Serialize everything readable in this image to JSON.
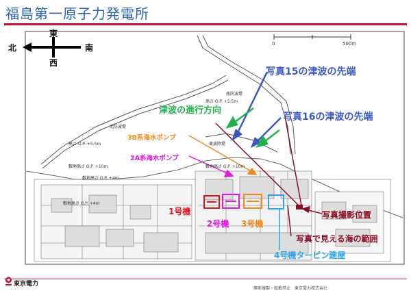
{
  "title": "福島第一原子力発電所",
  "compass": {
    "north": "北",
    "east": "東",
    "south": "南",
    "west": "西"
  },
  "scale": {
    "start": "0",
    "end": "500m"
  },
  "map_labels": {
    "south_breakwater": "南防波堤",
    "south_height": "高さ O.P. +5.5m",
    "north_breakwater": "北防波堤",
    "north_height": "高さ O.P. +5.5m",
    "east_breakwater": "東波除堤",
    "ground_10m_a": "敷地高さ O.P. +10m",
    "ground_4m_a": "敷地高さ O.P. +4m",
    "ground_10m_b": "敷地高さ O.P. +10m",
    "ground_4m_b": "敷地高さ O.P. +4m"
  },
  "annotations": {
    "photo15": "写真15の津波の先端",
    "photo16": "写真16の津波の先端",
    "tsunami_direction": "津波の進行方向",
    "pump_3b": "3B系海水ポンプ",
    "pump_2a": "2A系海水ポンプ",
    "unit1": "1号機",
    "unit2": "2号機",
    "unit3": "3号機",
    "unit4": "4号機タービン建屋",
    "photo_position": "写真撮影位置",
    "sea_range": "写真で見える海の範囲"
  },
  "footer": {
    "company": "東京電力",
    "copyright": "無断複製・転載禁止　東京電力株式会社"
  },
  "colors": {
    "title": "#2b63b5",
    "accent_red": "#c8102e",
    "blue": "#3a57c4",
    "green": "#21b04b",
    "orange": "#f08a1c",
    "magenta": "#e015e0",
    "dark_red": "#8b0f24",
    "sky": "#2ea3e8"
  }
}
